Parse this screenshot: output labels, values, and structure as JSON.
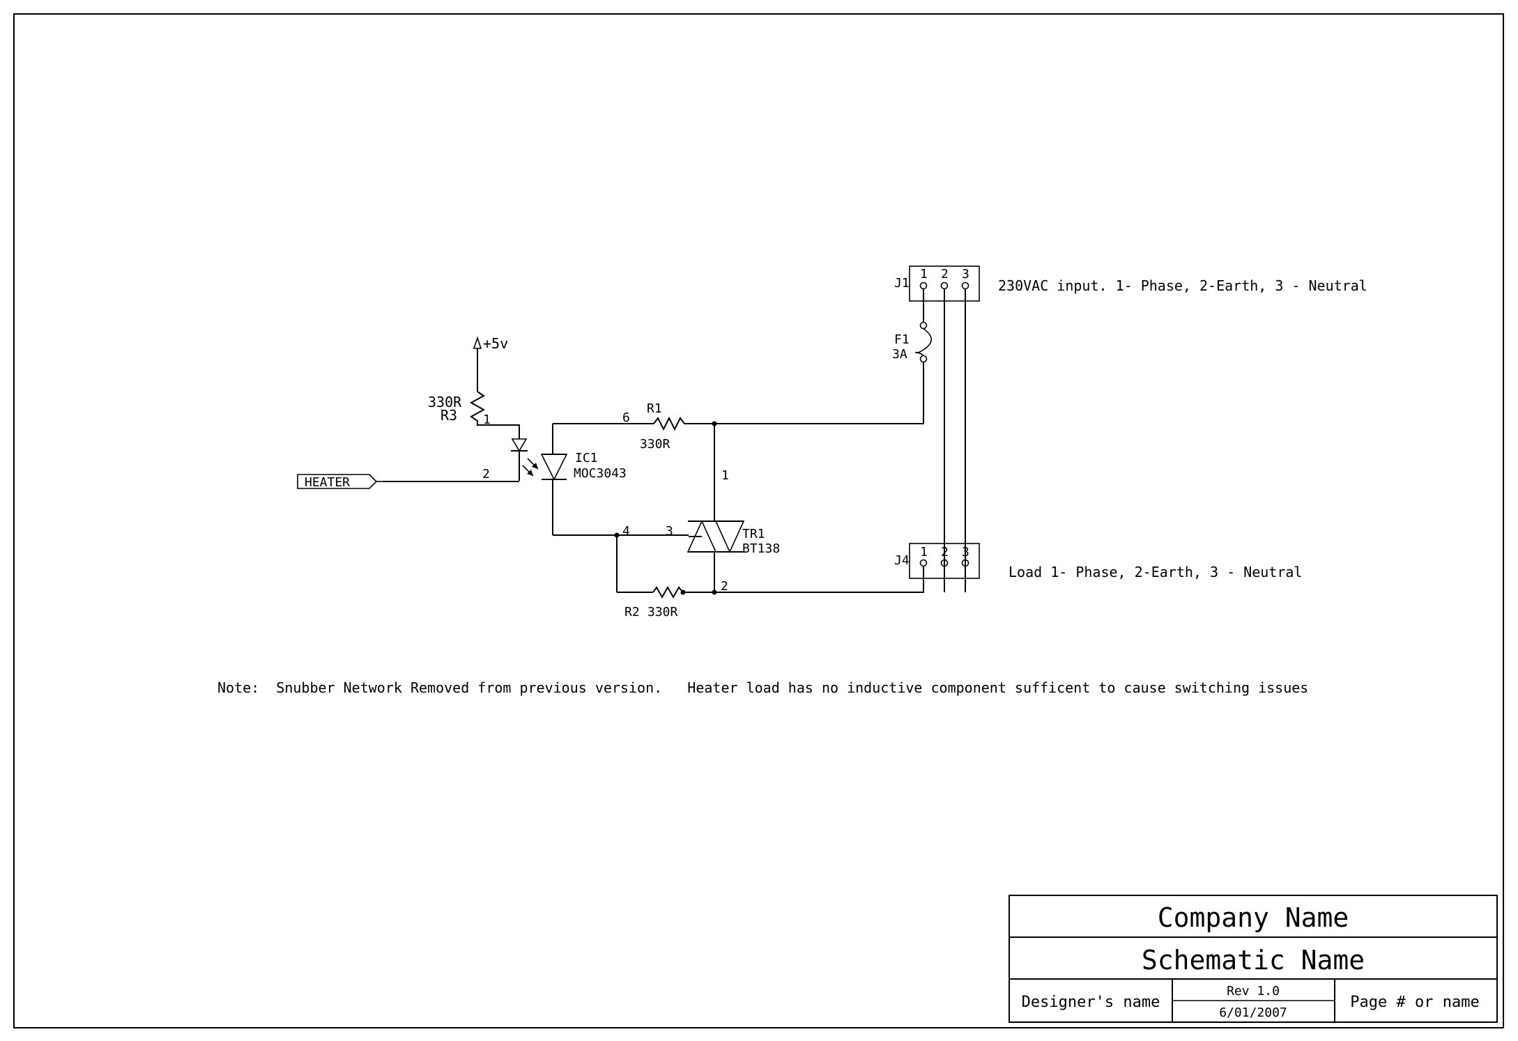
{
  "power": {
    "label": "+5v"
  },
  "r3": {
    "value": "330R",
    "ref": "R3",
    "pin": "1"
  },
  "heater": {
    "label": "HEATER",
    "pin": "2"
  },
  "ic1": {
    "ref": "IC1",
    "part": "MOC3043",
    "pin6": "6",
    "pin4": "4"
  },
  "r1": {
    "ref": "R1",
    "value": "330R"
  },
  "tr1": {
    "ref": "TR1",
    "part": "BT138",
    "pin1": "1",
    "pin2": "2",
    "pin3": "3"
  },
  "r2": {
    "ref": "R2",
    "value": "330R"
  },
  "j1": {
    "ref": "J1",
    "pins": [
      "1",
      "2",
      "3"
    ],
    "description": "230VAC input.  1- Phase, 2-Earth, 3 - Neutral"
  },
  "f1": {
    "ref": "F1",
    "value": "3A"
  },
  "j4": {
    "ref": "J4",
    "pins": [
      "1",
      "2",
      "3"
    ],
    "description": "Load  1- Phase, 2-Earth, 3 - Neutral"
  },
  "note": "Note:  Snubber Network Removed from previous version.   Heater load has no inductive component sufficent to cause switching issues",
  "title_block": {
    "company": "Company Name",
    "schematic": "Schematic Name",
    "designer": "Designer's name",
    "rev": "Rev 1.0",
    "date": "6/01/2007",
    "page": "Page # or name"
  }
}
